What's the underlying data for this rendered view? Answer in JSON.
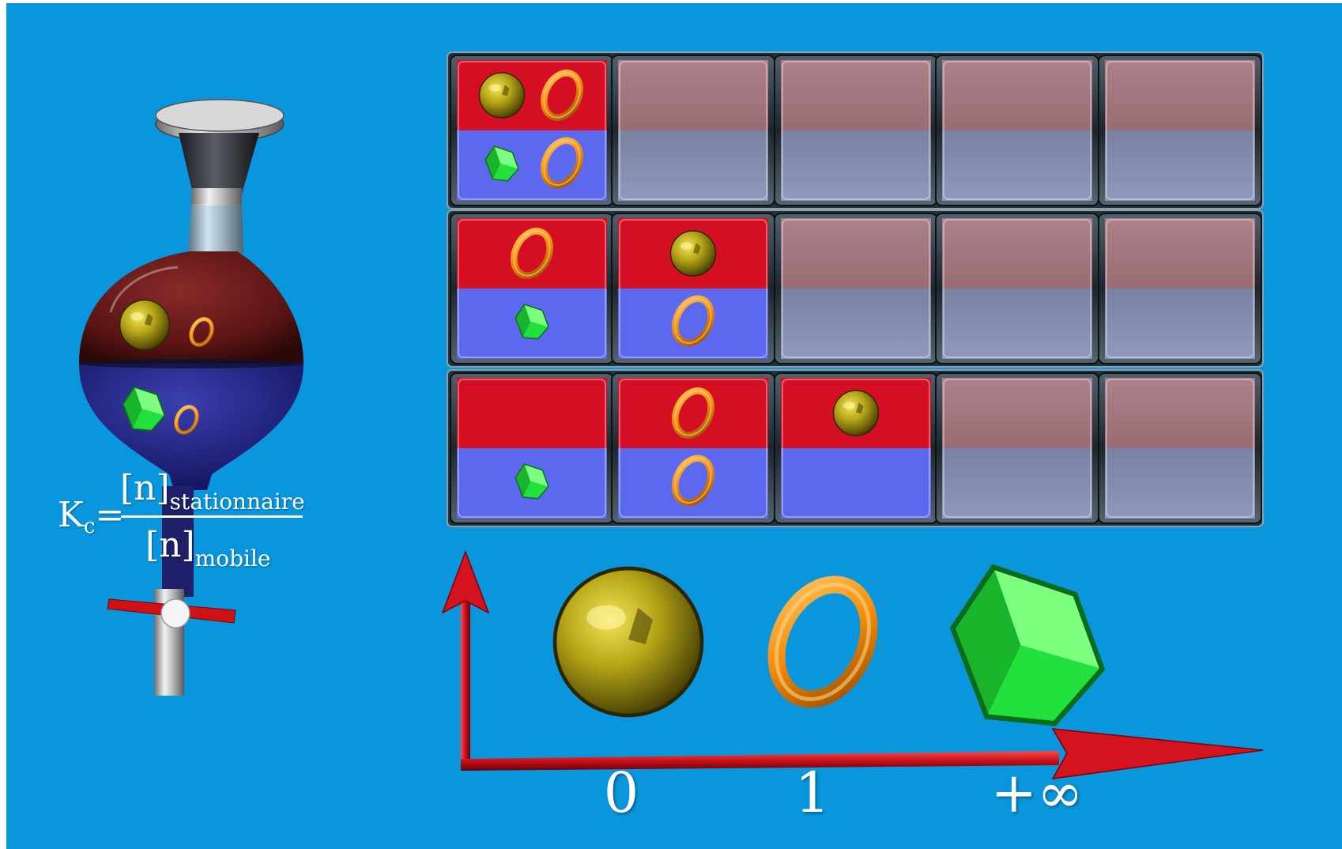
{
  "formula": {
    "k": "K",
    "k_sub": "c",
    "equals": "=",
    "numerator": "[n]",
    "numerator_sub": "stationnaire",
    "denominator": "[n]",
    "denominator_sub": "mobile"
  },
  "axis_labels": [
    "0",
    "1",
    "+∞"
  ],
  "colors": {
    "background": "#0a96dc",
    "stationary_phase": "#d40f23",
    "mobile_phase": "#5c69ee",
    "sphere": "#b6a516",
    "torus": "#f08a0b",
    "cube": "#22e13d",
    "arrow": "#c4101a"
  },
  "grid": {
    "rows": [
      {
        "active_cells": 1,
        "cells": [
          {
            "top": [
              "sphere",
              "torus"
            ],
            "bottom": [
              "cube",
              "torus"
            ]
          }
        ]
      },
      {
        "active_cells": 2,
        "cells": [
          {
            "top": [
              "torus"
            ],
            "bottom": [
              "cube"
            ]
          },
          {
            "top": [
              "sphere"
            ],
            "bottom": [
              "torus"
            ]
          }
        ]
      },
      {
        "active_cells": 3,
        "cells": [
          {
            "top": [],
            "bottom": [
              "cube"
            ]
          },
          {
            "top": [
              "torus"
            ],
            "bottom": [
              "torus"
            ]
          },
          {
            "top": [
              "sphere"
            ],
            "bottom": []
          }
        ]
      }
    ],
    "columns": 5
  },
  "axis_objects": [
    "sphere",
    "torus",
    "cube"
  ]
}
